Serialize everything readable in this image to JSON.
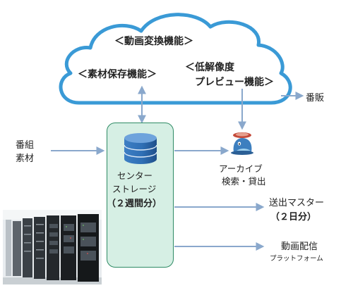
{
  "cloud": {
    "label_conversion": "＜動画変換機能＞",
    "label_storage": "＜素材保存機能＞",
    "label_lowres_line1": "＜低解像度",
    "label_lowres_line2": "プレビュー機能＞"
  },
  "sales": {
    "label": "番販"
  },
  "input": {
    "line1": "番組",
    "line2": "素材"
  },
  "center_storage": {
    "line1": "センター",
    "line2": "ストレージ",
    "line3": "（２週間分）"
  },
  "archive": {
    "line1": "アーカイブ",
    "line2": "検索・貸出"
  },
  "master": {
    "line1": "送出マスター",
    "line2": "（２日分）"
  },
  "video_delivery": {
    "line1": "動画配信",
    "line2": "プラットフォーム"
  },
  "colors": {
    "cloud_border": "#3a9ad6",
    "arrow": "#8aa8cc",
    "storage_fill": "#d6efe4",
    "storage_border": "#2e8b64",
    "db_icon": "#2f6fb5"
  },
  "icons": {
    "database": "database-icon",
    "archive_mascot": "archive-mascot-icon",
    "server_photo": "server-room-photo"
  }
}
